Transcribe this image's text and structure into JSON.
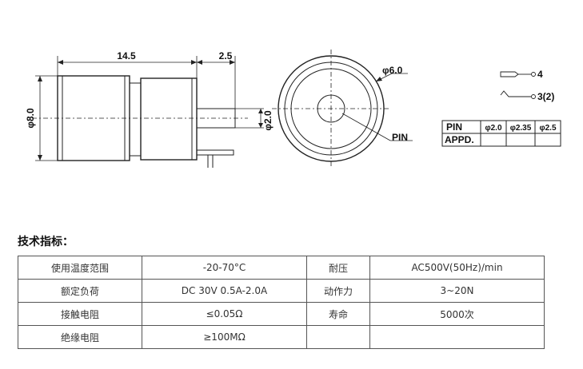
{
  "drawing": {
    "dim_length": "14.5",
    "dim_pin_length": "2.5",
    "dim_body_dia": "φ8.0",
    "dim_pin_dia": "φ2.0",
    "dim_front_dia": "φ6.0",
    "front_pin_label": "PIN",
    "legend_4": "4",
    "legend_3": "3(2)"
  },
  "pin_table": {
    "row1": [
      "PIN",
      "φ2.0",
      "φ2.35",
      "φ2.5"
    ],
    "row2": [
      "APPD.",
      "",
      "",
      ""
    ]
  },
  "specs": {
    "title": "技术指标：",
    "rows": [
      [
        "使用温度范围",
        "-20-70°C",
        "耐压",
        "AC500V(50Hz)/min"
      ],
      [
        "额定负荷",
        "DC 30V 0.5A-2.0A",
        "动作力",
        "3~20N"
      ],
      [
        "接触电阻",
        "≤0.05Ω",
        "寿命",
        "5000次"
      ],
      [
        "绝缘电阻",
        "≥100MΩ",
        "",
        ""
      ]
    ]
  }
}
